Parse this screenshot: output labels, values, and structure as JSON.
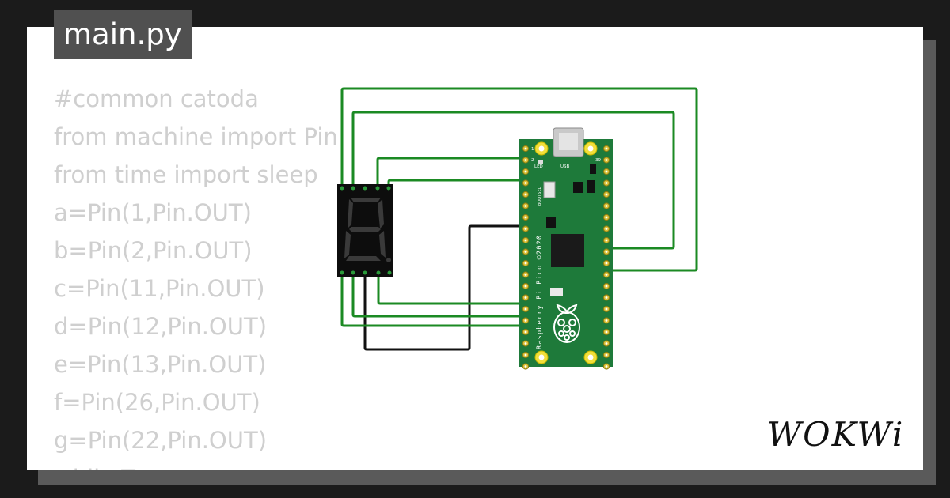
{
  "file_tab": {
    "label": "main.py"
  },
  "code_lines": [
    "#common catoda",
    "from machine import Pin",
    "from time import sleep",
    "a=Pin(1,Pin.OUT)",
    "b=Pin(2,Pin.OUT)",
    "c=Pin(11,Pin.OUT)",
    "d=Pin(12,Pin.OUT)",
    "e=Pin(13,Pin.OUT)",
    "f=Pin(26,Pin.OUT)",
    "g=Pin(22,Pin.OUT)",
    "while True:"
  ],
  "board": {
    "silk_label": "Raspberry Pi Pico ©2020",
    "led_label": "LED",
    "usb_label": "USB",
    "bootsel_label": "BOOTSEL",
    "pin1_label": "1",
    "pin2_label": "2",
    "pin39_label": "39",
    "color": "#1e7a3a"
  },
  "display": {
    "digit_shown": "8."
  },
  "wire_colors": {
    "signal": "#1b8a23",
    "ground": "#111111"
  },
  "brand": {
    "logo_text": "WOKWi"
  }
}
